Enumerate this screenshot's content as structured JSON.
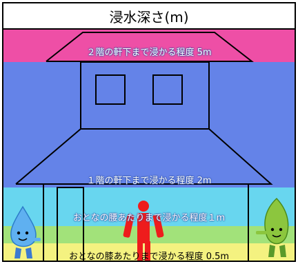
{
  "title": "浸水深さ(m)",
  "levels": {
    "m5": "２階の軒下まで浸かる程度 5m",
    "m2": "１階の軒下まで浸かる程度 2m",
    "m1": "おとなの腰あたりまで浸かる程度１m",
    "m05": "おとなの膝あたりまで浸かる程度 0.5m"
  },
  "colors": {
    "pink": "#ee4fa6",
    "blue": "#6483e8",
    "cyan": "#68d6ef",
    "green": "#a2e27a",
    "yellow": "#f4f280",
    "person": "#ee1c1c"
  },
  "icons": [
    "house-outline",
    "person-figure",
    "water-drop-mascot",
    "leaf-mascot"
  ]
}
